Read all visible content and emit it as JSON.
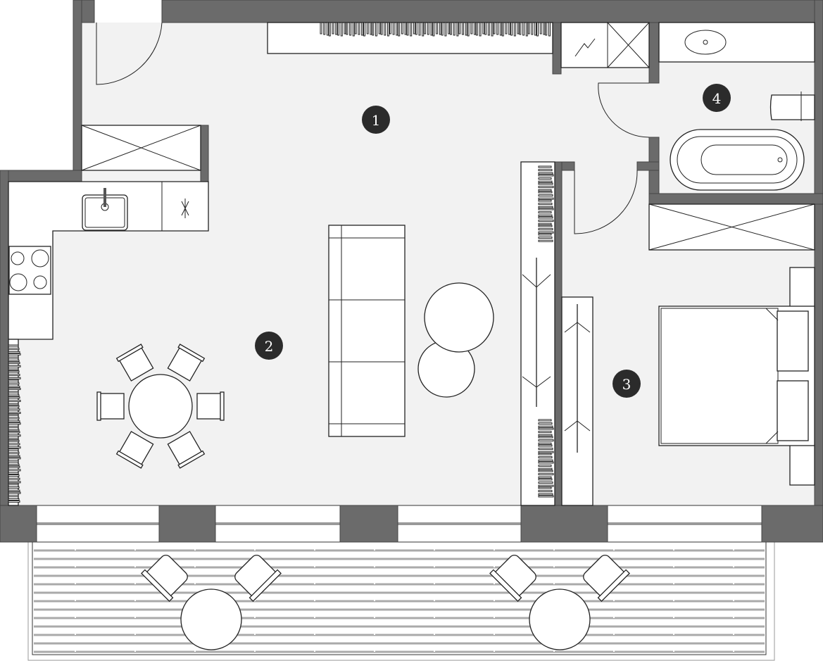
{
  "plan": {
    "rooms": [
      {
        "label": "1"
      },
      {
        "label": "2"
      },
      {
        "label": "3"
      },
      {
        "label": "4"
      }
    ],
    "colors": {
      "wall": "#6b6b6b",
      "floor": "#f2f2f2",
      "marker": "#2b2b2b"
    }
  }
}
